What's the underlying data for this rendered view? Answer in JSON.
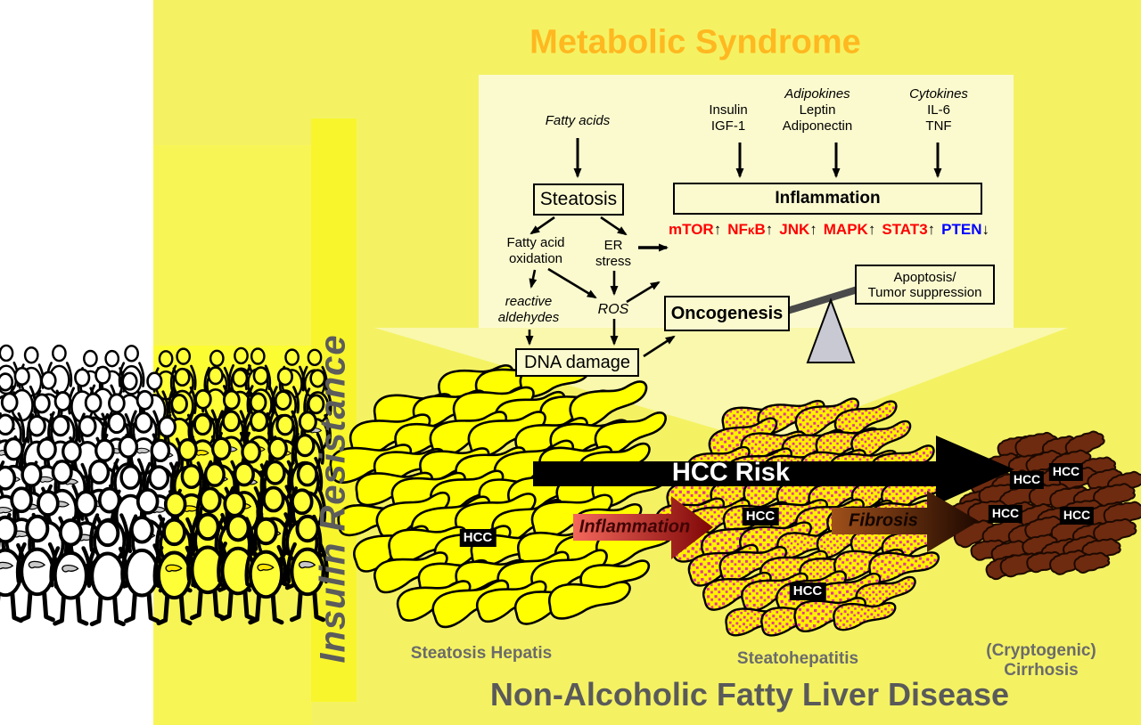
{
  "title": "Metabolic Syndrome",
  "bottom_title": "Non-Alcoholic Fatty Liver Disease",
  "insulin_resistance": "Insulin Resistance",
  "pathway": {
    "fatty_acids": "Fatty acids",
    "insulin": "Insulin",
    "igf1": "IGF-1",
    "adipokines": "Adipokines",
    "leptin": "Leptin",
    "adiponectin": "Adiponectin",
    "cytokines": "Cytokines",
    "il6": "IL-6",
    "tnf": "TNF",
    "steatosis": "Steatosis",
    "inflammation": "Inflammation",
    "signals": [
      {
        "label": "mTOR",
        "dir": "up",
        "color": "#FF0000"
      },
      {
        "label": "NFκB",
        "dir": "up",
        "color": "#FF0000"
      },
      {
        "label": "JNK",
        "dir": "up",
        "color": "#FF0000"
      },
      {
        "label": "MAPK",
        "dir": "up",
        "color": "#FF0000"
      },
      {
        "label": "STAT3",
        "dir": "up",
        "color": "#FF0000"
      },
      {
        "label": "PTEN",
        "dir": "down",
        "color": "#0000FF"
      }
    ],
    "fatty_acid_oxidation_1": "Fatty acid",
    "fatty_acid_oxidation_2": "oxidation",
    "er_stress_1": "ER",
    "er_stress_2": "stress",
    "reactive_aldehydes_1": "reactive",
    "reactive_aldehydes_2": "aldehydes",
    "ros": "ROS",
    "dna_damage": "DNA damage",
    "oncogenesis": "Oncogenesis",
    "apoptosis_1": "Apoptosis/",
    "apoptosis_2": "Tumor suppression"
  },
  "progression": {
    "hcc_risk": "HCC Risk",
    "inflammation_arrow": "Inflammation",
    "fibrosis_arrow": "Fibrosis",
    "hcc": "HCC",
    "stage1": "Steatosis Hepatis",
    "stage2": "Steatohepatitis",
    "stage3_line1": "(Cryptogenic)",
    "stage3_line2": "Cirrhosis"
  },
  "colors": {
    "background_yellow": "#F4F263",
    "panel_pale": "#FBFACF",
    "title_orange": "#FFB820",
    "signal_red": "#FF0000",
    "signal_blue": "#0000FF",
    "liver_steatosis": "#FFFF00",
    "liver_spot": "#E23A8C",
    "liver_cirrhosis": "#6E2B10",
    "hcc_risk_arrow": "#000000",
    "inflammation_arrow_start": "#F4685C",
    "inflammation_arrow_end": "#7E0606",
    "fibrosis_arrow_start": "#A0501A",
    "fibrosis_arrow_end": "#1E0800",
    "label_gray": "#6B6B6B"
  }
}
